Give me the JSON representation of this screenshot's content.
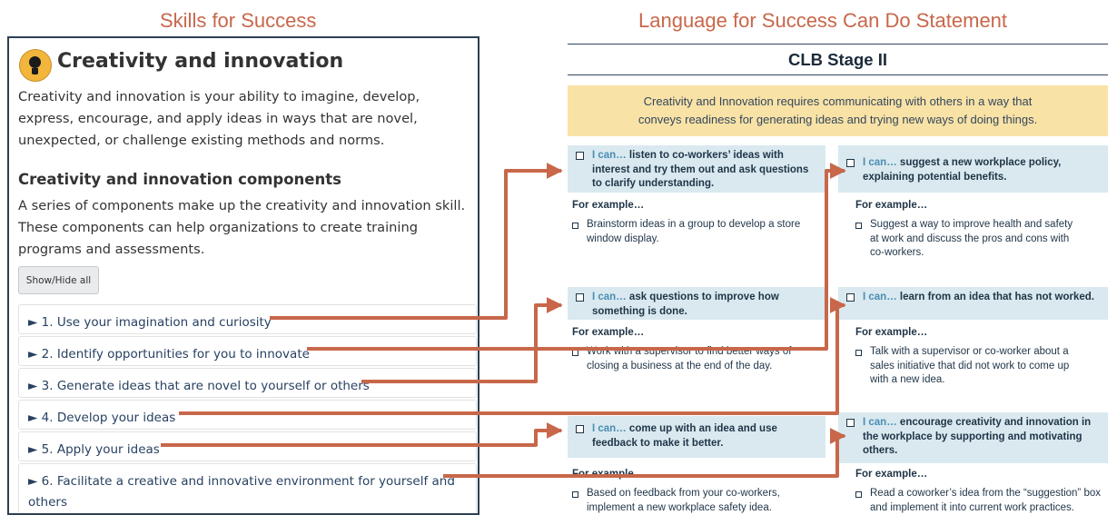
{
  "headings": {
    "left": "Skills for Success",
    "right": "Language for Success Can Do Statement"
  },
  "skills_panel": {
    "icon": "lightbulb-icon",
    "title": "Creativity and innovation",
    "intro": "Creativity and innovation is your ability to imagine, develop, express, encourage, and apply ideas in ways that are novel, unexpected, or challenge existing methods and norms.",
    "components_title": "Creativity and innovation components",
    "components_desc": "A series of components make up the creativity and innovation skill. These components can help organizations to create training programs and assessments.",
    "toggle_button": "Show/Hide all",
    "components": [
      "► 1. Use your imagination and curiosity",
      "► 2. Identify opportunities for you to innovate",
      "► 3. Generate ideas that are novel to yourself or others",
      "► 4. Develop your ideas",
      "► 5. Apply your ideas",
      "► 6. Facilitate a creative and innovative environment for yourself and others"
    ]
  },
  "clb": {
    "title": "CLB Stage II",
    "banner_line1": "Creativity and Innovation requires communicating with others in a way that",
    "banner_line2": "conveys readiness for generating ideas and trying new ways of doing things.",
    "i_can": "I can…",
    "example_label": "For example…",
    "statements": [
      {
        "statement": "listen to co-workers’ ideas with interest and try them out and ask questions to clarify understanding.",
        "example": "Brainstorm ideas in a group to develop a store window display."
      },
      {
        "statement": "suggest a new workplace policy, explaining potential benefits.",
        "example": "Suggest a way to improve health and safety at work and discuss the pros and cons with co-workers."
      },
      {
        "statement": "ask questions to improve how something is done.",
        "example": "Work with a supervisor to find better ways of closing a business at the end of the day."
      },
      {
        "statement": "learn from an idea that has not worked.",
        "example": "Talk with a supervisor or co-worker about a sales initiative that did not work to come up with a new idea."
      },
      {
        "statement": "come up with an idea and use feedback to make it better.",
        "example": "Based on feedback from your co-workers, implement a new workplace safety idea."
      },
      {
        "statement": "encourage creativity and innovation in the workplace by supporting and motivating others.",
        "example": "Read a coworker’s idea from the “suggestion” box and implement it into current work practices."
      }
    ]
  },
  "colors": {
    "connector": "#c8674a",
    "heading": "#c8674a",
    "panel_border": "#2c4052",
    "banner": "#f9e2a6",
    "statement_box": "#d9e9ef"
  }
}
